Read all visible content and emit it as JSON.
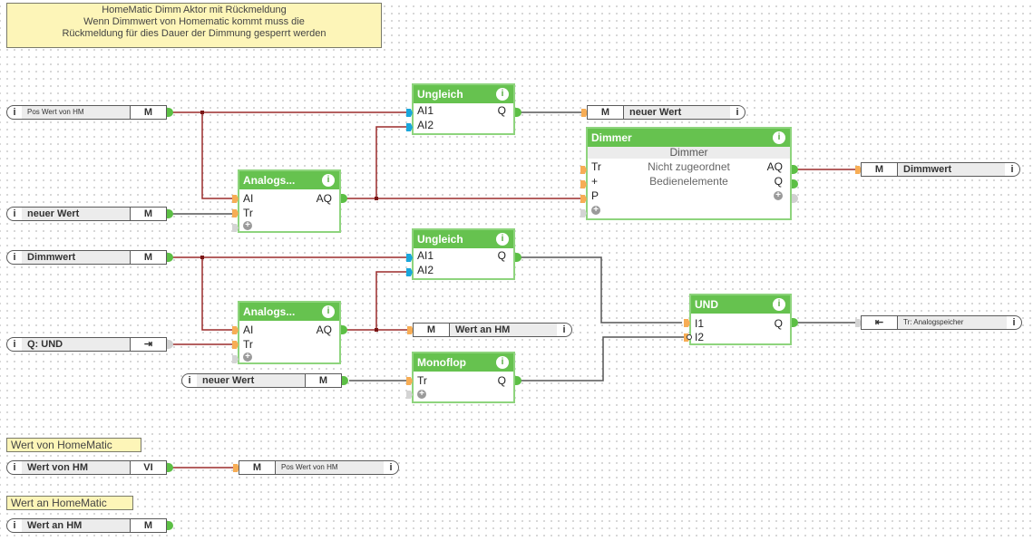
{
  "comments": {
    "main": [
      "HomeMatic Dimm Aktor mit Rückmeldung",
      "Wenn Dimmwert von Homematic kommt muss die",
      "Rückmeldung für dies Dauer der Dimmung gesperrt werden"
    ],
    "wert_von": "Wert von HomeMatic",
    "wert_an": "Wert an HomeMatic"
  },
  "inputs": {
    "pos_wert": {
      "name": "Pos Wert von HM",
      "tag": "M",
      "info": "i"
    },
    "neuer_wert_1": {
      "name": "neuer Wert",
      "tag": "M",
      "info": "i"
    },
    "dimmwert": {
      "name": "Dimmwert",
      "tag": "M",
      "info": "i"
    },
    "q_und": {
      "name": "Q: UND",
      "tag": "⇥",
      "info": "i"
    },
    "neuer_wert_2": {
      "name": "neuer Wert",
      "tag": "M",
      "info": "i"
    },
    "wert_von_hm": {
      "name": "Wert von HM",
      "tag": "VI",
      "info": "i"
    },
    "wert_an_hm": {
      "name": "Wert an HM",
      "tag": "M",
      "info": "i"
    }
  },
  "outputs": {
    "neuer_wert": {
      "name": "neuer Wert",
      "tag": "M",
      "info": "i"
    },
    "dimmwert": {
      "name": "Dimmwert",
      "tag": "M",
      "info": "i"
    },
    "wert_an_hm": {
      "name": "Wert an HM",
      "tag": "M",
      "info": "i"
    },
    "tr_analog": {
      "name": "Tr: Analogspeicher",
      "tag": "⇤",
      "info": "i"
    },
    "pos_wert": {
      "name": "Pos Wert von HM",
      "tag": "M",
      "info": "i"
    }
  },
  "blocks": {
    "ungleich1": {
      "title": "Ungleich",
      "in": [
        "AI1",
        "AI2"
      ],
      "out": [
        "Q"
      ]
    },
    "ungleich2": {
      "title": "Ungleich",
      "in": [
        "AI1",
        "AI2"
      ],
      "out": [
        "Q"
      ]
    },
    "analog1": {
      "title": "Analogs...",
      "in": [
        "AI",
        "Tr"
      ],
      "out": [
        "AQ"
      ]
    },
    "analog2": {
      "title": "Analogs...",
      "in": [
        "AI",
        "Tr"
      ],
      "out": [
        "AQ"
      ]
    },
    "dimmer": {
      "title": "Dimmer",
      "subtitle": "Dimmer",
      "in": [
        "Tr",
        "+",
        "P"
      ],
      "out": [
        "AQ",
        "Q"
      ],
      "labels": [
        "Nicht zugeordnet",
        "Bedienelemente"
      ]
    },
    "monoflop": {
      "title": "Monoflop",
      "in": [
        "Tr"
      ],
      "out": [
        "Q"
      ]
    },
    "und": {
      "title": "UND",
      "in": [
        "I1",
        "I2"
      ],
      "out": [
        "Q"
      ]
    }
  },
  "info_glyph": "i",
  "plus_glyph": "+",
  "colors": {
    "analog_wire": "#9b2b2b",
    "binary_wire": "#555555",
    "block_header": "#66c24f",
    "comment_bg": "#fdf5b8"
  }
}
